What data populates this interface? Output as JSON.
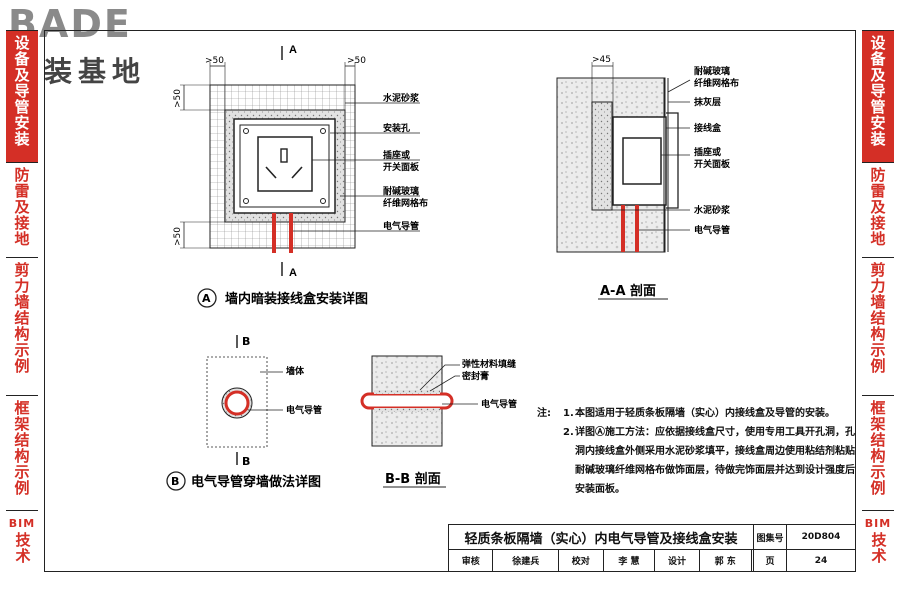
{
  "logo": {
    "brand": "BADE",
    "subtitle": "建装基地"
  },
  "left_tabs": [
    {
      "label": "设备及导管安装",
      "active": true
    },
    {
      "label": "防雷及接地",
      "active": false
    },
    {
      "label": "剪力墙结构示例",
      "active": false
    },
    {
      "label": "框架结构示例",
      "active": false
    },
    {
      "label": "BIM技术",
      "active": false
    }
  ],
  "right_tabs": [
    {
      "label": "设备及导管安装",
      "active": true
    },
    {
      "label": "防雷及接地",
      "active": false
    },
    {
      "label": "剪力墙结构示例",
      "active": false
    },
    {
      "label": "框架结构示例",
      "active": false
    },
    {
      "label": "BIM技术",
      "active": false
    }
  ],
  "bim": {
    "latin": "BIM",
    "cn": "技术"
  },
  "detail_a": {
    "section_mark": "A",
    "marker": "A",
    "caption": "墙内暗装接线盒安装详图",
    "dims": [
      ">50",
      ">50",
      ">50",
      ">50"
    ],
    "labels": [
      "水泥砂浆",
      "安装孔",
      "插座或",
      "开关面板",
      "耐碱玻璃",
      "纤维网格布",
      "电气导管"
    ]
  },
  "section_aa": {
    "caption": "A-A 剖面",
    "dim": ">45",
    "labels": [
      "耐碱玻璃",
      "纤维网格布",
      "抹灰层",
      "接线盒",
      "插座或",
      "开关面板",
      "水泥砂浆",
      "电气导管"
    ]
  },
  "detail_b": {
    "section_mark": "B",
    "marker": "B",
    "caption": "电气导管穿墙做法详图",
    "labels": [
      "墙体",
      "电气导管"
    ]
  },
  "section_bb": {
    "caption": "B-B 剖面",
    "labels": [
      "弹性材料填缝",
      "密封膏",
      "电气导管"
    ]
  },
  "notes": {
    "lead": "注:",
    "items": [
      {
        "num": "1.",
        "text": "本图适用于轻质条板隔墙（实心）内接线盒及导管的安装。"
      },
      {
        "num": "2.",
        "text": "详图Ⓐ施工方法：应依据接线盒尺寸，使用专用工具开孔洞，孔洞内接线盒外侧采用水泥砂浆填平，接线盒周边使用粘结剂粘贴耐碱玻璃纤维网格布做饰面层，待做完饰面层并达到设计强度后安装面板。"
      }
    ]
  },
  "title_block": {
    "title": "轻质条板隔墙（实心）内电气导管及接线盒安装",
    "atlas_label": "图集号",
    "atlas_no": "20D804",
    "review_label": "审核",
    "reviewer": "徐建兵",
    "check_label": "校对",
    "checker": "李  慧",
    "design_label": "设计",
    "designer": "郭  东",
    "page_label": "页",
    "page_no": "24"
  },
  "colors": {
    "accent": "#d42f26",
    "line": "#222222",
    "mortar": "#dcdcdc"
  }
}
